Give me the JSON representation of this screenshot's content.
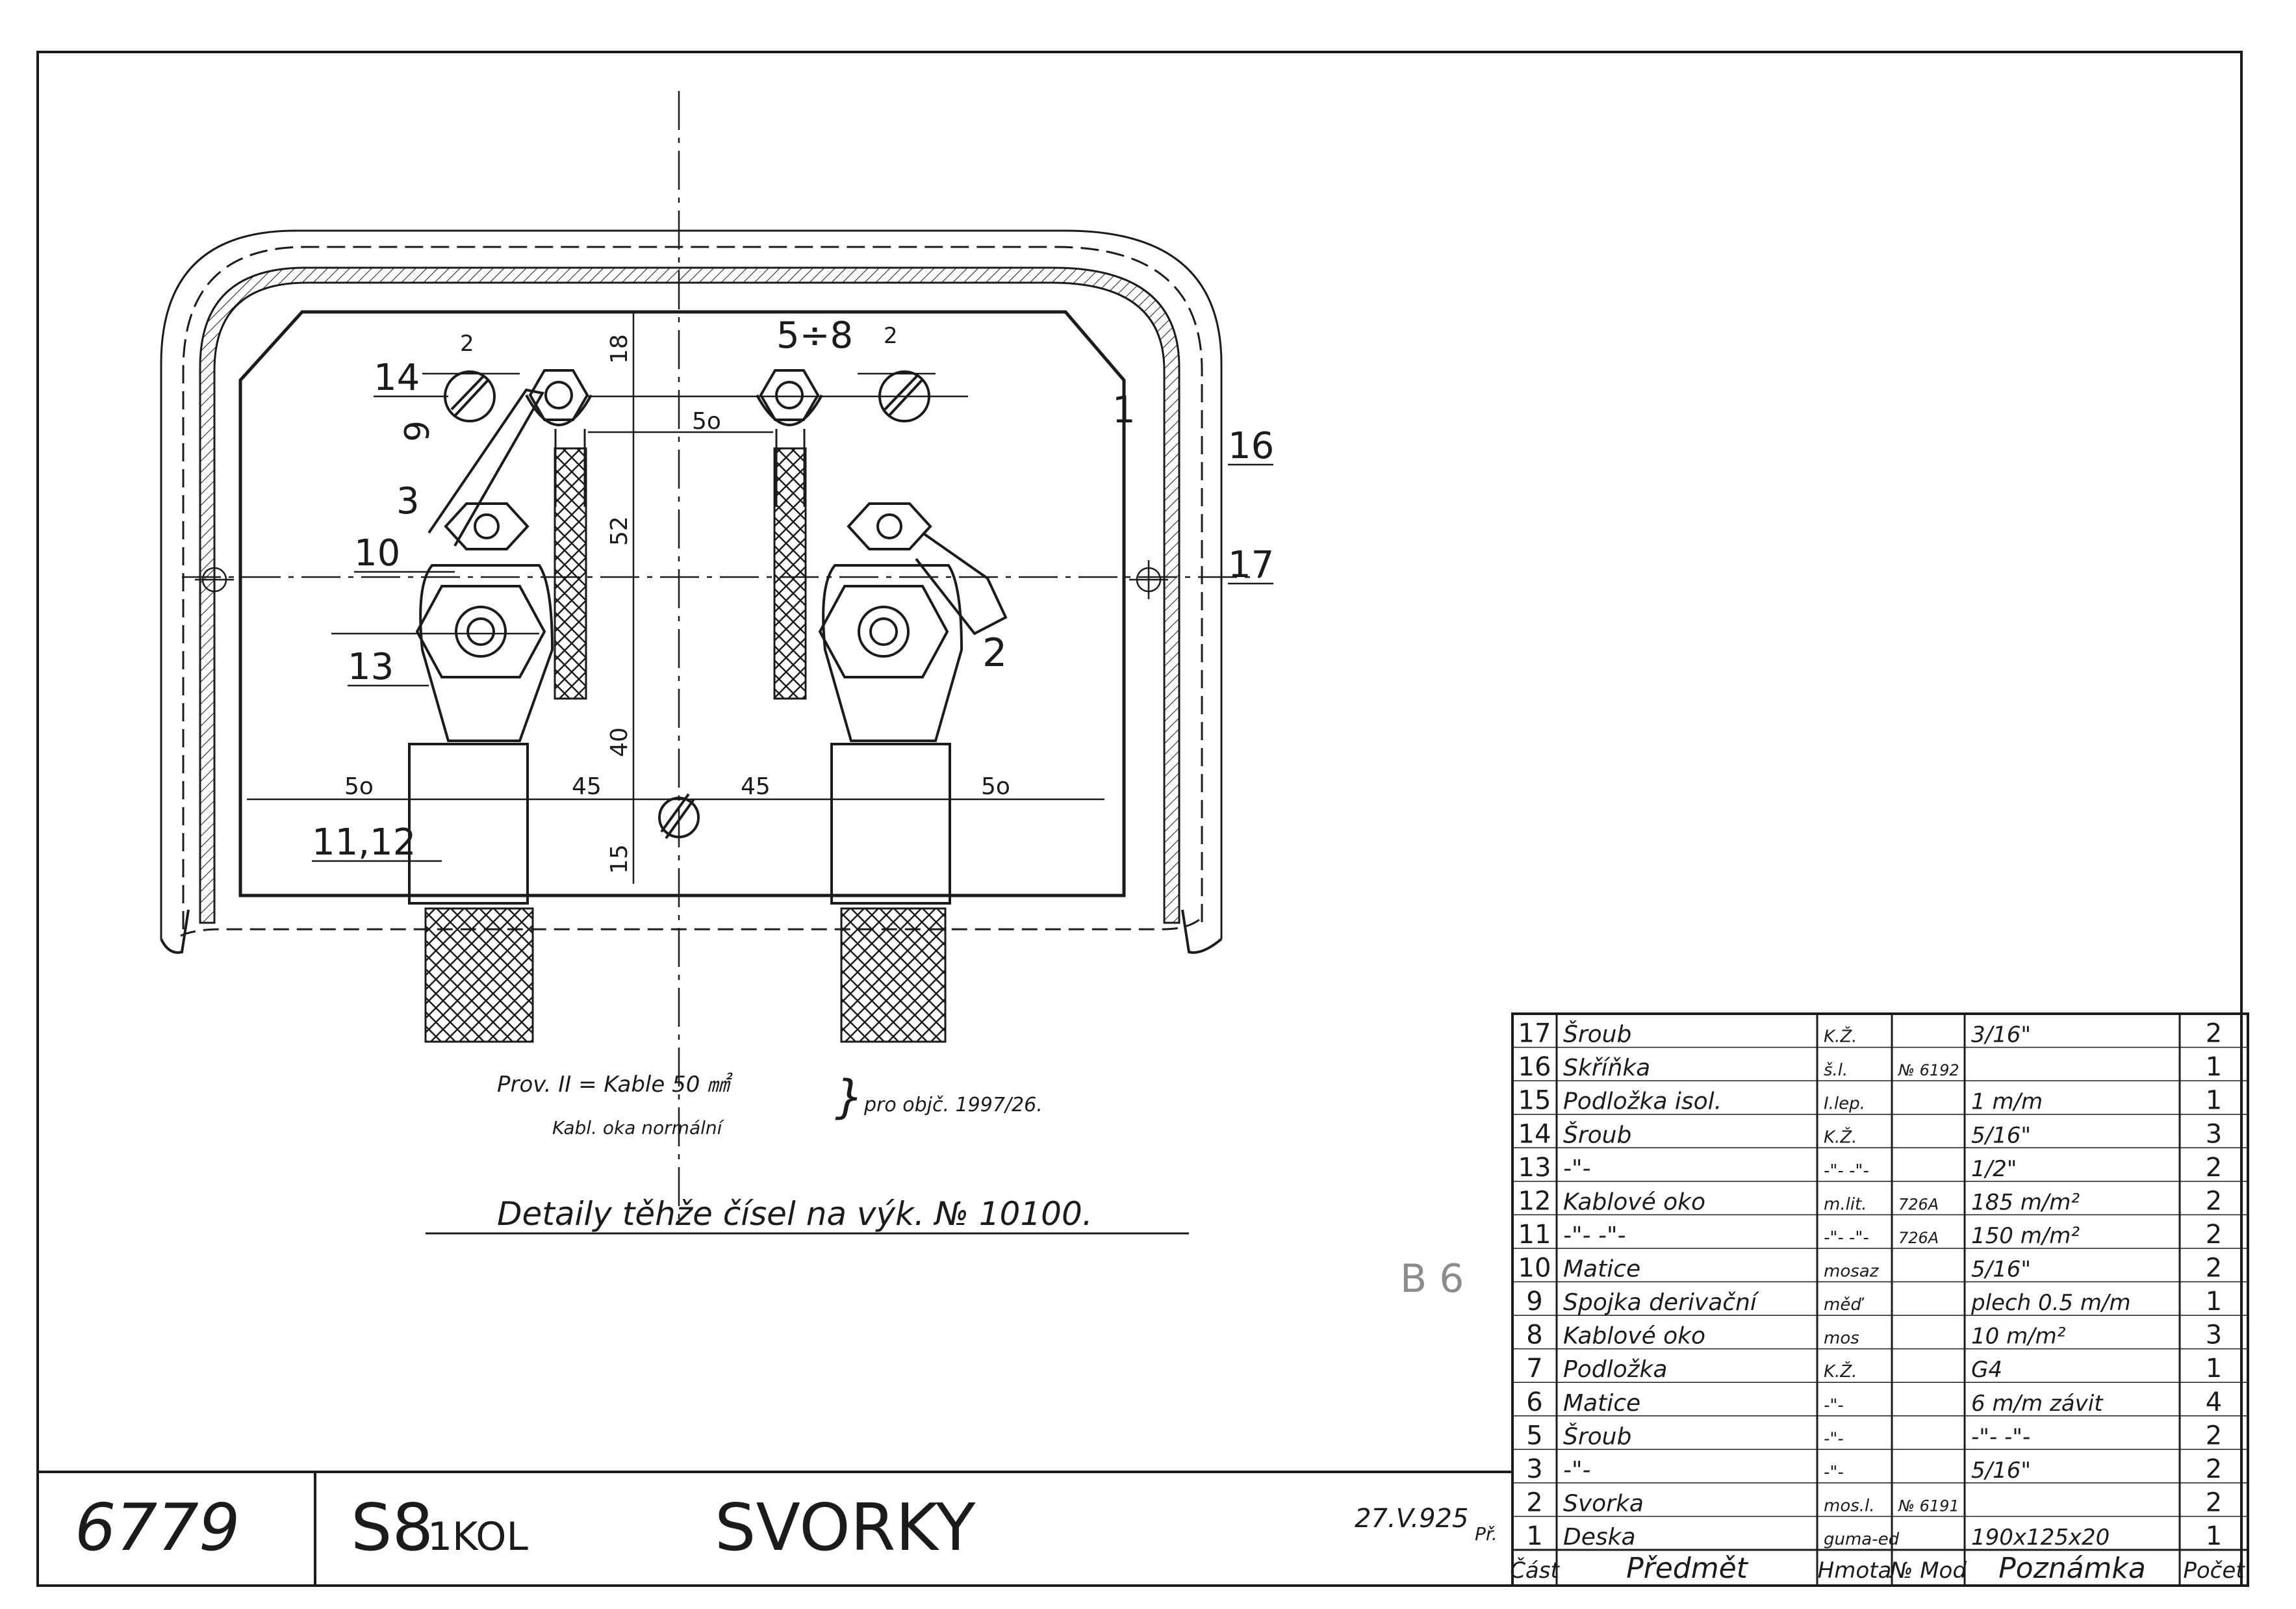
{
  "drawing": {
    "number": "6779",
    "series": "S8",
    "series_sub": "1KOL",
    "title": "SVORKY",
    "date": "27.V.925",
    "initials": "Př.",
    "note_title": "Detaily těhže čísel na výk. № 10100.",
    "note_line1": "Prov. II = Kable 50 ㎟",
    "note_line2": "Kabl. oka normální",
    "note_side": "pro objč. 1997/26.",
    "stamp": "B 6"
  },
  "callouts": {
    "c14": "14",
    "c9": "9",
    "c3": "3",
    "c10": "10",
    "c13": "13",
    "c1112": "11,12",
    "c58": "5÷8",
    "c1": "1",
    "c16": "16",
    "c17": "17",
    "c2": "2"
  },
  "dims": {
    "d2a": "2",
    "d2b": "2",
    "d18": "18",
    "d50top": "5o",
    "d52": "52",
    "d40": "40",
    "d15": "15",
    "d50l": "5o",
    "d45l": "45",
    "d45r": "45",
    "d50r": "5o"
  },
  "parts_table": {
    "headers": [
      "Část",
      "Předmět",
      "Hmota",
      "№ Mod",
      "Poznámka",
      "Počet"
    ],
    "rows": [
      {
        "no": "17",
        "name": "Šroub",
        "material": "K.Ž.",
        "model": "",
        "note": "3/16\"",
        "qty": "2"
      },
      {
        "no": "16",
        "name": "Skříňka",
        "material": "š.l.",
        "model": "№ 6192",
        "note": "",
        "qty": "1"
      },
      {
        "no": "15",
        "name": "Podložka isol.",
        "material": "I.lep.",
        "model": "",
        "note": "1 m/m",
        "qty": "1"
      },
      {
        "no": "14",
        "name": "Šroub",
        "material": "K.Ž.",
        "model": "",
        "note": "5/16\"",
        "qty": "3"
      },
      {
        "no": "13",
        "name": "-\"-",
        "material": "-\"- -\"-",
        "model": "",
        "note": "1/2\"",
        "qty": "2"
      },
      {
        "no": "12",
        "name": "Kablové oko",
        "material": "m.lit.",
        "model": "726A",
        "note": "185 m/m²",
        "qty": "2"
      },
      {
        "no": "11",
        "name": "-\"-   -\"-",
        "material": "-\"- -\"-",
        "model": "726A",
        "note": "150 m/m²",
        "qty": "2"
      },
      {
        "no": "10",
        "name": "Matice",
        "material": "mosaz",
        "model": "",
        "note": "5/16\"",
        "qty": "2"
      },
      {
        "no": "9",
        "name": "Spojka derivační",
        "material": "měď",
        "model": "",
        "note": "plech 0.5 m/m",
        "qty": "1"
      },
      {
        "no": "8",
        "name": "Kablové oko",
        "material": "mos",
        "model": "",
        "note": "10 m/m²",
        "qty": "3"
      },
      {
        "no": "7",
        "name": "Podložka",
        "material": "K.Ž.",
        "model": "",
        "note": "G4",
        "qty": "1"
      },
      {
        "no": "6",
        "name": "Matice",
        "material": "-\"-",
        "model": "",
        "note": "6 m/m závit",
        "qty": "4"
      },
      {
        "no": "5",
        "name": "Šroub",
        "material": "-\"-",
        "model": "",
        "note": "-\"-   -\"-",
        "qty": "2"
      },
      {
        "no": "3",
        "name": "-\"-",
        "material": "-\"-",
        "model": "",
        "note": "5/16\"",
        "qty": "2"
      },
      {
        "no": "2",
        "name": "Svorka",
        "material": "mos.l.",
        "model": "№ 6191",
        "note": "",
        "qty": "2"
      },
      {
        "no": "1",
        "name": "Deska",
        "material": "guma-ed",
        "model": "",
        "note": "190x125x20",
        "qty": "1"
      }
    ]
  }
}
